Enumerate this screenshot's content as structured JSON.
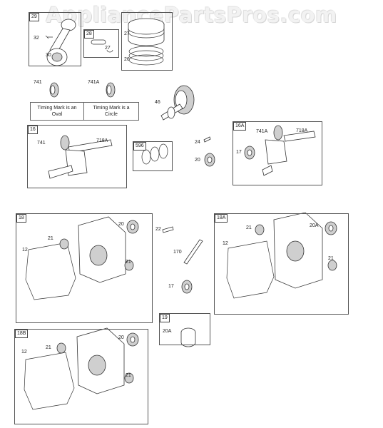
{
  "watermark": "AppliancePartsPros.com",
  "groups": {
    "g29": "29",
    "g28": "28",
    "g16a_top": "16",
    "g596": "596",
    "g16A": "16A",
    "g18": "18",
    "g18A": "18A",
    "g18B": "18B",
    "g19": "19"
  },
  "notes": {
    "oval": "Timing Mark is an Oval",
    "circle": "Timing Mark is a Circle"
  },
  "labels": {
    "l29_32": "32",
    "l29_30": "30",
    "l27a": "27",
    "l28_27": "27",
    "l26": "26",
    "l741": "741",
    "l741A": "741A",
    "l46": "46",
    "l16_741": "741",
    "l16_718A": "718A",
    "l24": "24",
    "l20a": "20",
    "l16A_741A": "741A",
    "l16A_718A": "718A",
    "l16A_17": "17",
    "l18_20": "20",
    "l18_21a": "21",
    "l18_12": "12",
    "l18_21b": "21",
    "l22": "22",
    "l170": "170",
    "l17b": "17",
    "l18A_21a": "21",
    "l18A_20A": "20A",
    "l18A_12": "12",
    "l18A_21b": "21",
    "l19_20A": "20A",
    "l18B_20": "20",
    "l18B_21a": "21",
    "l18B_12": "12",
    "l18B_21b": "21"
  }
}
